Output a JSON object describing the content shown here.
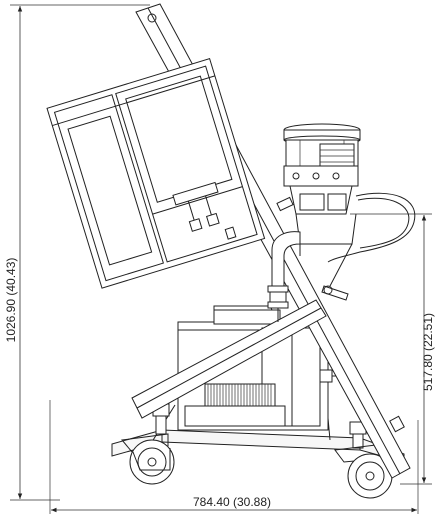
{
  "dimensions": {
    "height_label": "1026.90 (40.43)",
    "base_height_label": "517.80 (22.51)",
    "width_label": "784.40 (30.88)"
  },
  "colors": {
    "line": "#222222",
    "background": "#ffffff"
  }
}
